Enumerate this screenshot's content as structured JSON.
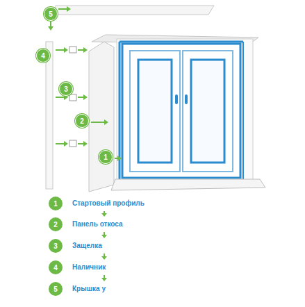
{
  "diagram": {
    "nodes": [
      {
        "text": [
          "1",
          "Стартовый профиль"
        ]
      },
      {
        "text": [
          "2",
          "Панель откоса"
        ]
      },
      {
        "text": [
          "3",
          "Защелка"
        ]
      },
      {
        "text": [
          "4",
          "Наличник"
        ]
      },
      {
        "text": [
          "5",
          "Крышка у"
        ]
      }
    ],
    "edges": [
      {
        "from": 0,
        "to": 1,
        "arrow": "to"
      },
      {
        "from": 1,
        "to": 2,
        "arrow": "to"
      },
      {
        "from": 2,
        "to": 3,
        "arrow": "to"
      },
      {
        "from": 3,
        "to": 4,
        "arrow": "to"
      }
    ],
    "labels": [
      "5",
      "4",
      "3",
      "2",
      "1"
    ]
  }
}
